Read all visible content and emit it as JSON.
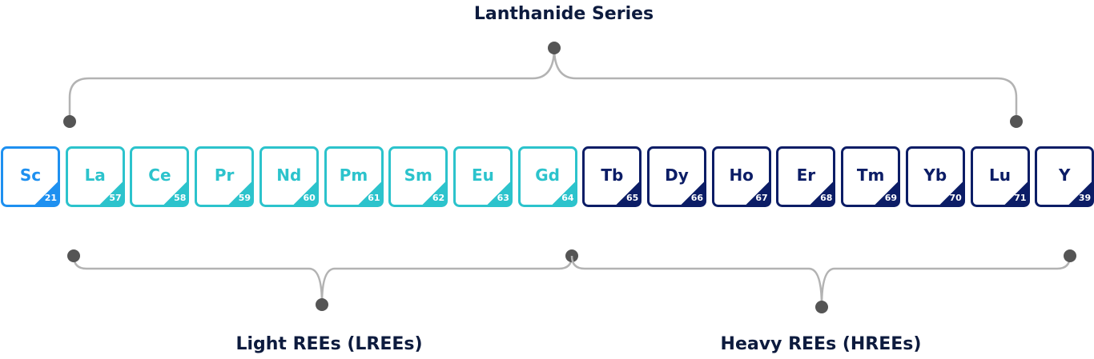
{
  "labels": {
    "top": "Lanthanide Series",
    "light": "Light REEs (LREEs)",
    "heavy": "Heavy REEs (HREEs)"
  },
  "colors": {
    "scandium": "#1e90f0",
    "light": "#2cc3cc",
    "heavy": "#0c1d66",
    "connector": "#b3b3b3",
    "dot": "#555555",
    "text": "#0d1b3e"
  },
  "elements": [
    {
      "symbol": "Sc",
      "number": "21",
      "group": "scandium"
    },
    {
      "symbol": "La",
      "number": "57",
      "group": "light"
    },
    {
      "symbol": "Ce",
      "number": "58",
      "group": "light"
    },
    {
      "symbol": "Pr",
      "number": "59",
      "group": "light"
    },
    {
      "symbol": "Nd",
      "number": "60",
      "group": "light"
    },
    {
      "symbol": "Pm",
      "number": "61",
      "group": "light"
    },
    {
      "symbol": "Sm",
      "number": "62",
      "group": "light"
    },
    {
      "symbol": "Eu",
      "number": "63",
      "group": "light"
    },
    {
      "symbol": "Gd",
      "number": "64",
      "group": "light"
    },
    {
      "symbol": "Tb",
      "number": "65",
      "group": "heavy"
    },
    {
      "symbol": "Dy",
      "number": "66",
      "group": "heavy"
    },
    {
      "symbol": "Ho",
      "number": "67",
      "group": "heavy"
    },
    {
      "symbol": "Er",
      "number": "68",
      "group": "heavy"
    },
    {
      "symbol": "Tm",
      "number": "69",
      "group": "heavy"
    },
    {
      "symbol": "Yb",
      "number": "70",
      "group": "heavy"
    },
    {
      "symbol": "Lu",
      "number": "71",
      "group": "heavy"
    },
    {
      "symbol": "Y",
      "number": "39",
      "group": "heavy"
    }
  ]
}
